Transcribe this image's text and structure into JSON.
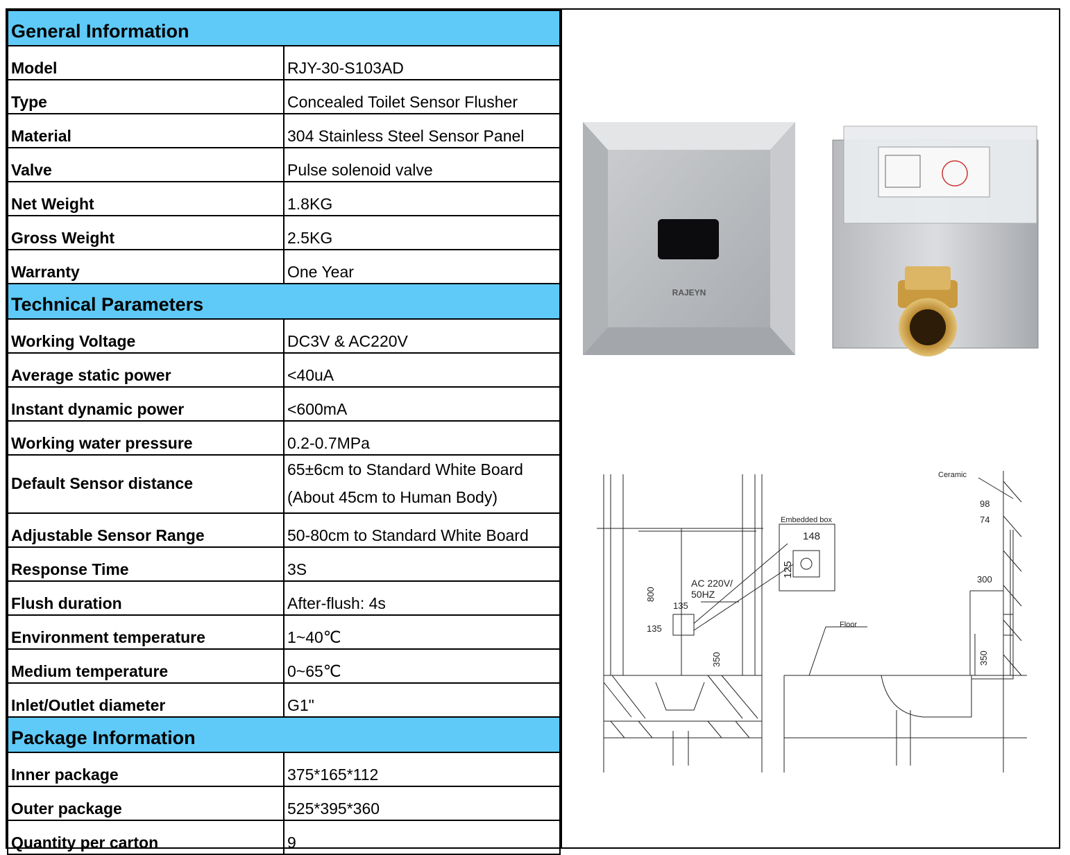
{
  "sections": {
    "general": {
      "title": "General Information",
      "rows": [
        {
          "label": "Model",
          "value": "RJY-30-S103AD"
        },
        {
          "label": "Type",
          "value": "Concealed Toilet Sensor Flusher"
        },
        {
          "label": "Material",
          "value": "304 Stainless Steel Sensor Panel"
        },
        {
          "label": "Valve",
          "value": "Pulse solenoid valve"
        },
        {
          "label": "Net Weight",
          "value": "1.8KG"
        },
        {
          "label": "Gross Weight",
          "value": "2.5KG"
        },
        {
          "label": "Warranty",
          "value": "One Year"
        }
      ]
    },
    "technical": {
      "title": "Technical Parameters",
      "rows": [
        {
          "label": "Working Voltage",
          "value": "DC3V & AC220V"
        },
        {
          "label": "Average static power",
          "value": "<40uA"
        },
        {
          "label": "Instant dynamic power",
          "value": "<600mA"
        },
        {
          "label": "Working water pressure",
          "value": "0.2-0.7MPa"
        },
        {
          "label": "Default Sensor distance",
          "value": "65±6cm to Standard White Board",
          "value2": "(About 45cm to Human Body)"
        },
        {
          "label": "Adjustable Sensor Range",
          "value": "50-80cm to Standard White Board"
        },
        {
          "label": "Response Time",
          "value": "3S"
        },
        {
          "label": "Flush duration",
          "value": "After-flush: 4s"
        },
        {
          "label": "Environment temperature",
          "value": "1~40℃"
        },
        {
          "label": "Medium temperature",
          "value": "0~65℃"
        },
        {
          "label": "Inlet/Outlet diameter",
          "value": "G1\""
        }
      ]
    },
    "package": {
      "title": "Package Information",
      "rows": [
        {
          "label": "Inner package",
          "value": "375*165*112"
        },
        {
          "label": "Outer package",
          "value": "525*395*360"
        },
        {
          "label": "Quantity per carton",
          "value": "9"
        }
      ]
    }
  },
  "images": {
    "panel_brand": "RAJEYN"
  },
  "drawing_labels": {
    "embedded_box": "Embedded box",
    "dim_148": "148",
    "dim_125": "125",
    "power": "AC 220V/",
    "freq": "50HZ",
    "dim_800": "800",
    "dim_135a": "135",
    "dim_135b": "135",
    "dim_350a": "350",
    "ceramic": "Ceramic",
    "dim_98": "98",
    "dim_74": "74",
    "dim_300": "300",
    "floor": "Floor",
    "dim_350b": "350"
  },
  "colors": {
    "section_header": "#5fcaf7"
  }
}
